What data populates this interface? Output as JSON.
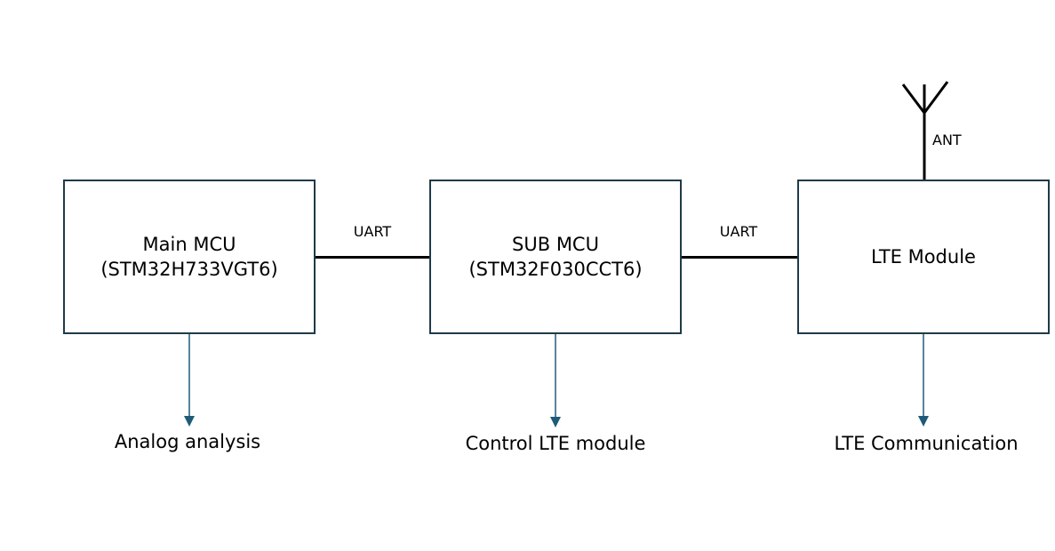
{
  "blocks": {
    "main_mcu": {
      "line1": "Main MCU",
      "line2": "(STM32H733VGT6)"
    },
    "sub_mcu": {
      "line1": "SUB MCU",
      "line2": "(STM32F030CCT6)"
    },
    "lte_module": {
      "line1": "LTE Module"
    }
  },
  "connections": {
    "main_to_sub": "UART",
    "sub_to_lte": "UART"
  },
  "antenna": {
    "label": "ANT"
  },
  "outputs": {
    "main_mcu": "Analog analysis",
    "sub_mcu": "Control LTE module",
    "lte_module": "LTE Communication"
  },
  "colors": {
    "block_border": "#1f3a48",
    "arrow": "#1f5a78",
    "line": "#000000"
  }
}
